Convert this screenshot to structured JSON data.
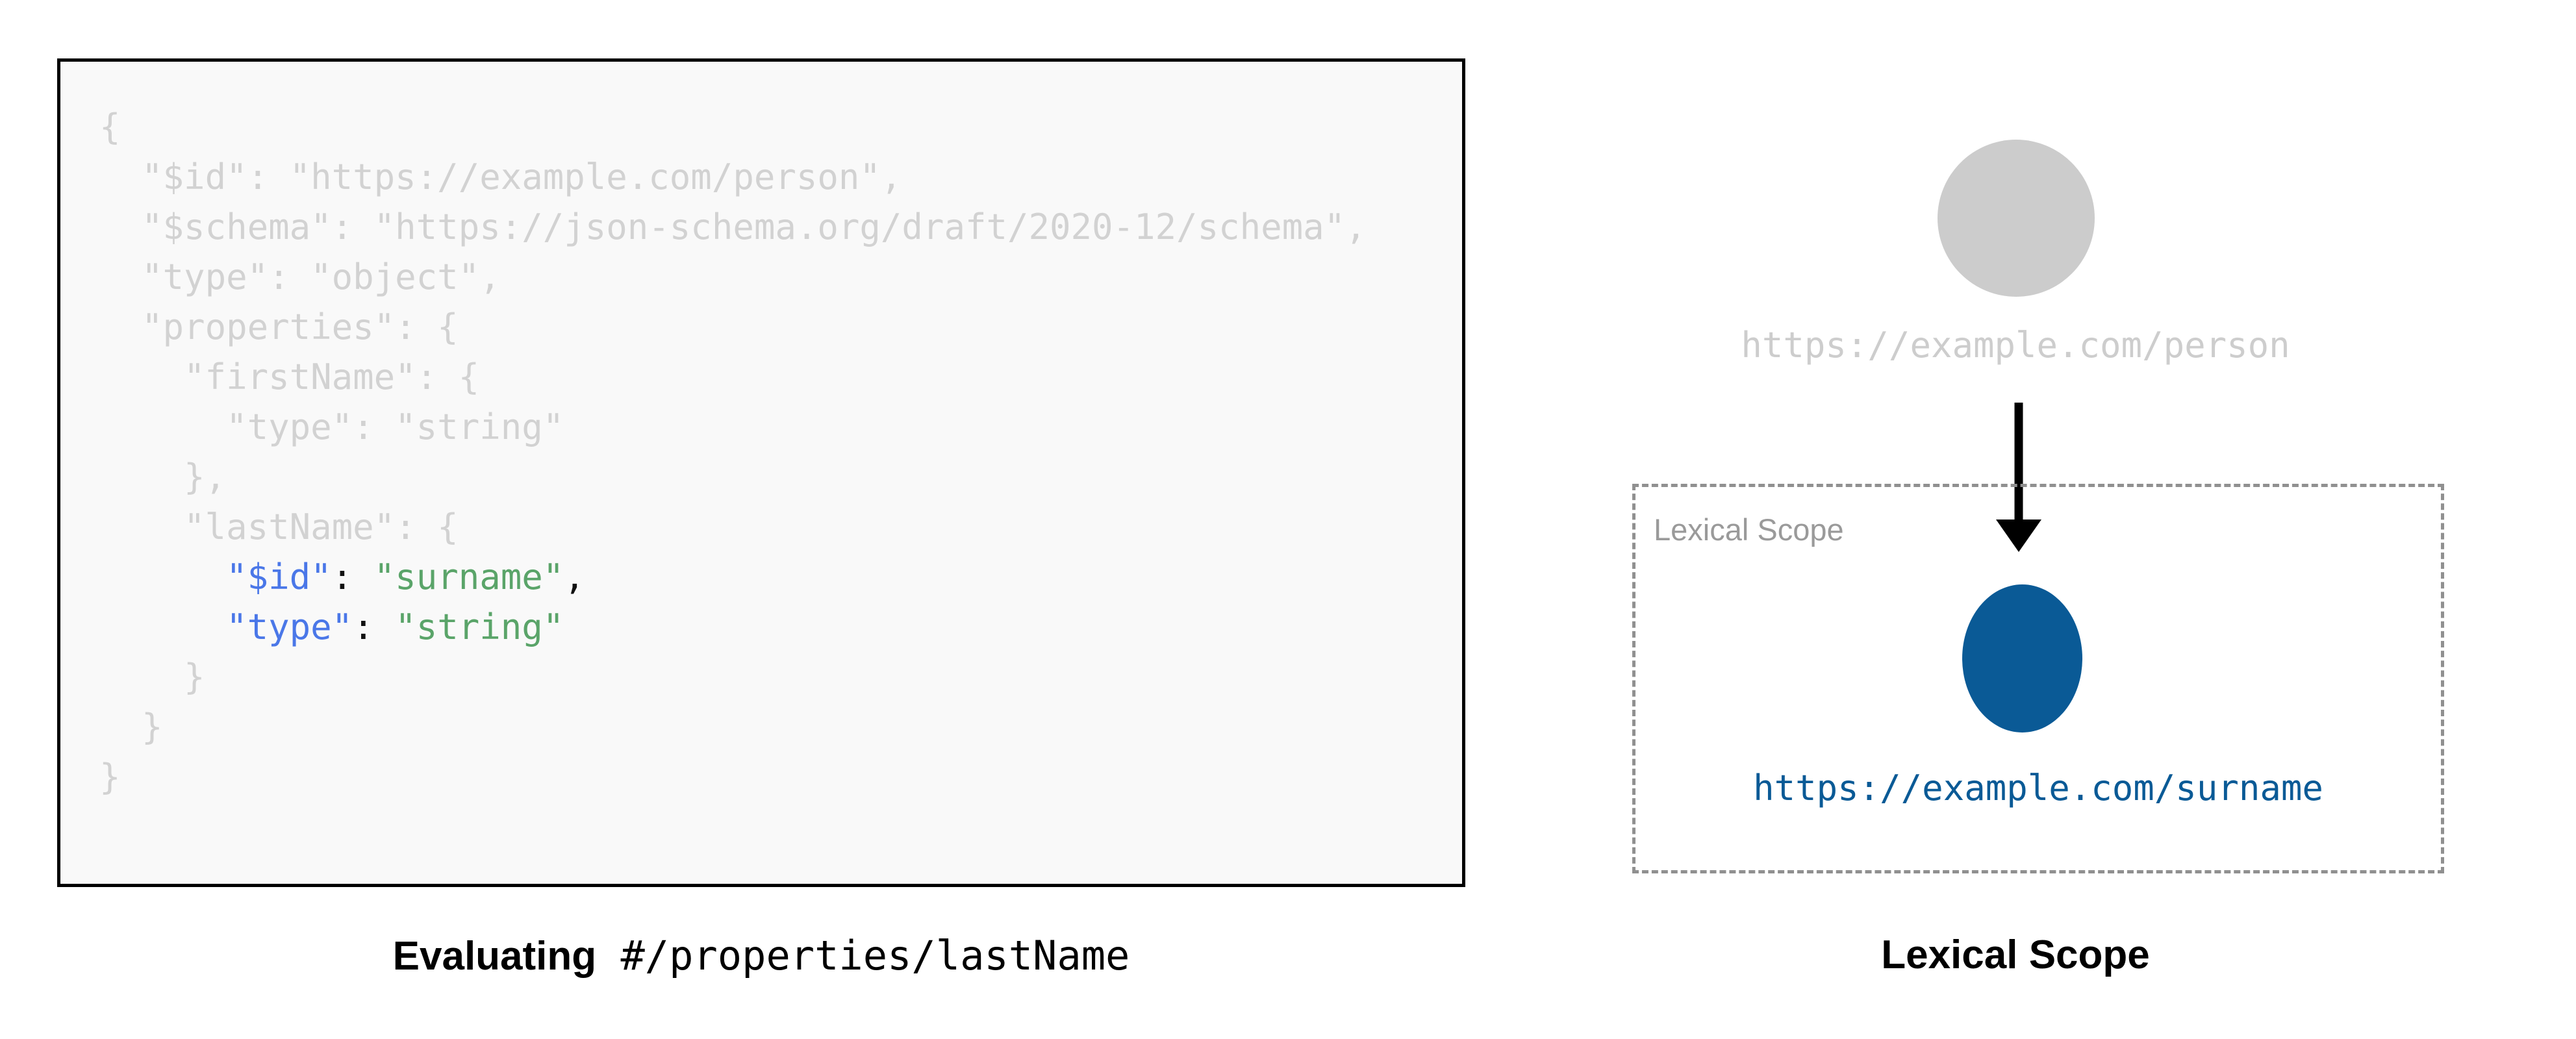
{
  "left": {
    "caption_bold": "Evaluating",
    "caption_mono": "#/properties/lastName",
    "code_lines": [
      {
        "indent": 0,
        "text": "{",
        "state": "dim"
      },
      {
        "indent": 1,
        "text": "\"$id\": \"https://example.com/person\",",
        "state": "dim"
      },
      {
        "indent": 1,
        "text": "\"$schema\": \"https://json-schema.org/draft/2020-12/schema\",",
        "state": "dim"
      },
      {
        "indent": 1,
        "text": "\"type\": \"object\",",
        "state": "dim"
      },
      {
        "indent": 1,
        "text": "\"properties\": {",
        "state": "dim"
      },
      {
        "indent": 2,
        "text": "\"firstName\": {",
        "state": "dim"
      },
      {
        "indent": 3,
        "text": "\"type\": \"string\"",
        "state": "dim"
      },
      {
        "indent": 2,
        "text": "},",
        "state": "dim"
      },
      {
        "indent": 2,
        "text": "\"lastName\": {",
        "state": "dim"
      },
      {
        "indent": 3,
        "text": "\"$id\": \"surname\",",
        "state": "highlight",
        "key": "\"$id\"",
        "value": "\"surname\"",
        "trailing": ","
      },
      {
        "indent": 3,
        "text": "\"type\": \"string\"",
        "state": "highlight",
        "key": "\"type\"",
        "value": "\"string\"",
        "trailing": ""
      },
      {
        "indent": 2,
        "text": "}",
        "state": "dim"
      },
      {
        "indent": 1,
        "text": "}",
        "state": "dim"
      },
      {
        "indent": 0,
        "text": "}",
        "state": "dim"
      }
    ]
  },
  "right": {
    "caption": "Lexical Scope",
    "outer_node_label": "https://example.com/person",
    "scope_box_label": "Lexical Scope",
    "inner_node_label": "https://example.com/surname"
  },
  "colors": {
    "code_dim": "#d2d2d2",
    "code_key": "#4a77e8",
    "code_string": "#5aa469",
    "code_punctuation": "#111111",
    "code_background": "#f9f9f9",
    "code_border": "#000000",
    "outer_node": "#cccccc",
    "inner_node": "#0a5a96",
    "scope_border": "#909090",
    "scope_label": "#9a9a9a",
    "caption": "#000000",
    "page_background": "#ffffff"
  }
}
